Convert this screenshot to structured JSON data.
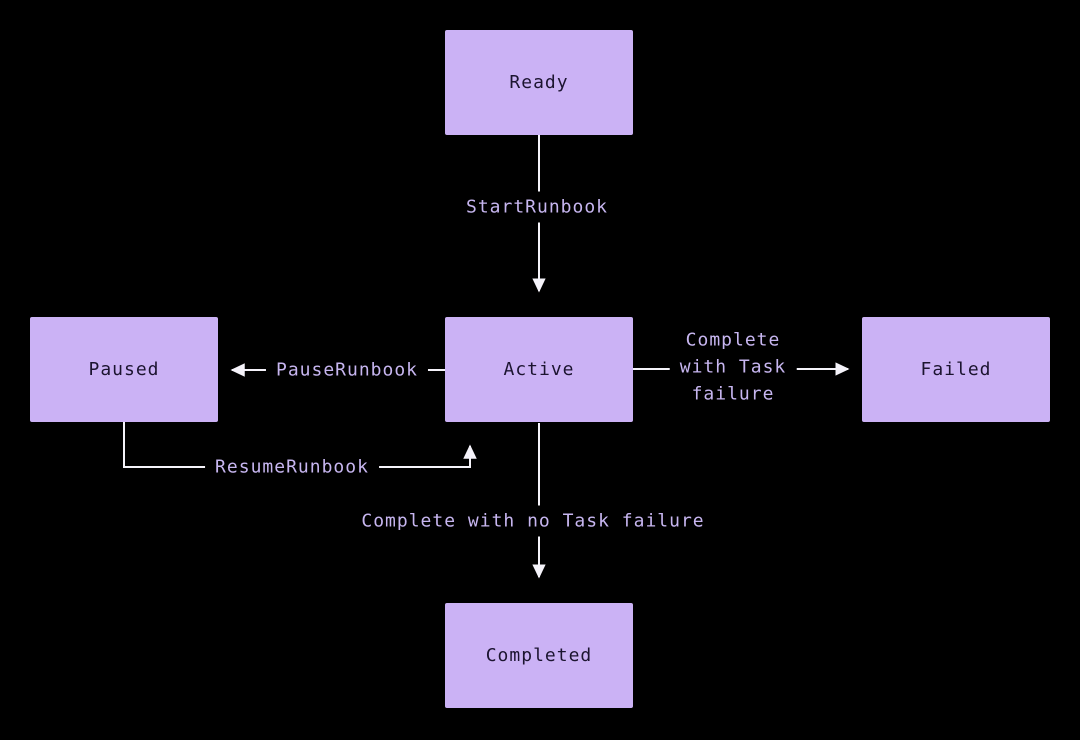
{
  "diagram": {
    "type": "state-diagram",
    "colors": {
      "background": "#000000",
      "node_fill": "#cbb2f5",
      "node_text": "#1c1430",
      "edge_label_text": "#c7b6f0",
      "arrow": "#f5f3fa"
    },
    "nodes": {
      "ready": {
        "label": "Ready"
      },
      "active": {
        "label": "Active"
      },
      "paused": {
        "label": "Paused"
      },
      "failed": {
        "label": "Failed"
      },
      "completed": {
        "label": "Completed"
      }
    },
    "edges": {
      "start": {
        "from": "Ready",
        "to": "Active",
        "label": "StartRunbook"
      },
      "pause": {
        "from": "Active",
        "to": "Paused",
        "label": "PauseRunbook"
      },
      "resume": {
        "from": "Paused",
        "to": "Active",
        "label": "ResumeRunbook"
      },
      "fail": {
        "from": "Active",
        "to": "Failed",
        "label": "Complete\nwith Task\nfailure"
      },
      "complete": {
        "from": "Active",
        "to": "Completed",
        "label": "Complete with no Task failure"
      }
    }
  }
}
